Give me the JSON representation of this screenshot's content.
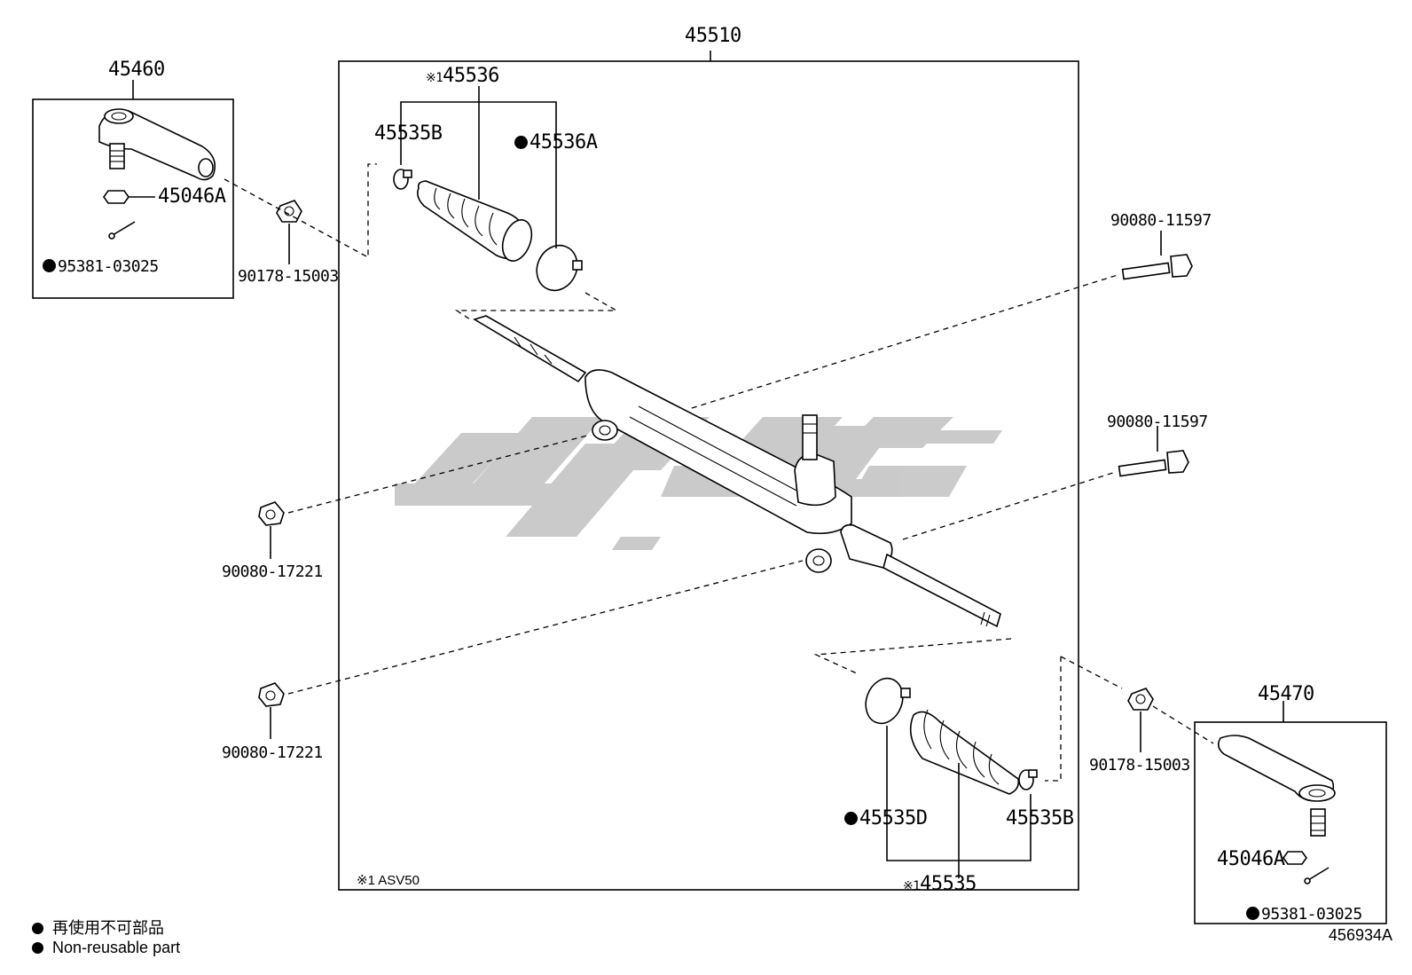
{
  "parts": {
    "assembly": "45510",
    "tie_rod_end_left": "45460",
    "tie_rod_end_right": "45470",
    "boot_set_top": "45536",
    "boot_set_bottom": "45535",
    "mark_x1": "※1",
    "clip_top": "45535B",
    "clip_bottom": "45535B",
    "clamp_top": "45536A",
    "clamp_bottom": "45535D",
    "nut_left": "45046A",
    "nut_right": "45046A",
    "cotter_pin_left": "95381-03025",
    "cotter_pin_right": "95381-03025",
    "lock_nut_left": "90178-15003",
    "lock_nut_right": "90178-15003",
    "bolt_upper": "90080-11597",
    "bolt_lower": "90080-11597",
    "mount_nut_upper": "90080-17221",
    "mount_nut_lower": "90080-17221"
  },
  "footnote": "※1  ASV50",
  "legend": {
    "jp": "再使用不可部品",
    "en": "Non-reusable part"
  },
  "illustration_code": "456934A",
  "watermark_color": "#c8c8c8"
}
